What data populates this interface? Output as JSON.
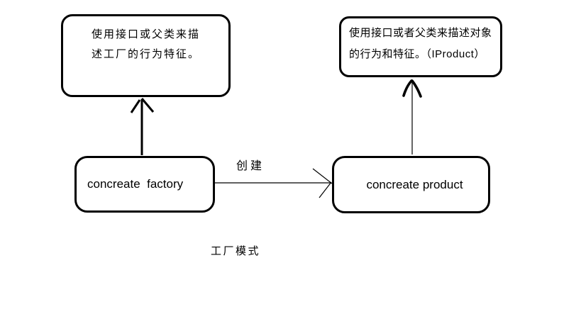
{
  "diagram": {
    "title": "工厂模式",
    "colors": {
      "stroke": "#000000",
      "background": "#ffffff"
    },
    "nodes": {
      "factory_abstraction": {
        "lines": [
          "使用接口或父类来描",
          "述工厂的行为特征。"
        ]
      },
      "product_abstraction": {
        "lines": [
          "使用接口或者父类来描述对象",
          "的行为和特征。（IProduct）"
        ]
      },
      "concrete_factory": {
        "label": "concreate  factory"
      },
      "concrete_product": {
        "label": "concreate product"
      }
    },
    "edges": {
      "create": {
        "label": "创建",
        "from": "concrete_factory",
        "to": "concrete_product",
        "style": "thin-open-arrow"
      },
      "factory_generalization": {
        "from": "concrete_factory",
        "to": "factory_abstraction",
        "style": "thick-open-arrow"
      },
      "product_generalization": {
        "from": "concrete_product",
        "to": "product_abstraction",
        "style": "thin-line-thick-open-arrow"
      }
    }
  }
}
